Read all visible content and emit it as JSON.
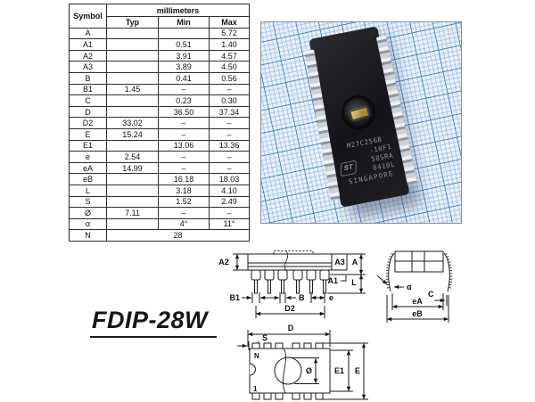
{
  "package_label": "FDIP-28W",
  "table": {
    "header": {
      "symbol": "Symbol",
      "unit_group": "millimeters",
      "typ": "Typ",
      "min": "Min",
      "max": "Max"
    },
    "rows": [
      {
        "symbol": "A",
        "typ": "",
        "min": "",
        "max": "5.72"
      },
      {
        "symbol": "A1",
        "typ": "",
        "min": "0.51",
        "max": "1.40"
      },
      {
        "symbol": "A2",
        "typ": "",
        "min": "3.91",
        "max": "4.57"
      },
      {
        "symbol": "A3",
        "typ": "",
        "min": "3.89",
        "max": "4.50"
      },
      {
        "symbol": "B",
        "typ": "",
        "min": "0.41",
        "max": "0.56"
      },
      {
        "symbol": "B1",
        "typ": "1.45",
        "min": "–",
        "max": "–"
      },
      {
        "symbol": "C",
        "typ": "",
        "min": "0.23",
        "max": "0.30"
      },
      {
        "symbol": "D",
        "typ": "",
        "min": "36.50",
        "max": "37.34"
      },
      {
        "symbol": "D2",
        "typ": "33.02",
        "min": "–",
        "max": "–"
      },
      {
        "symbol": "E",
        "typ": "15.24",
        "min": "–",
        "max": "–"
      },
      {
        "symbol": "E1",
        "typ": "",
        "min": "13.06",
        "max": "13.36"
      },
      {
        "symbol": "e",
        "typ": "2.54",
        "min": "–",
        "max": "–"
      },
      {
        "symbol": "eA",
        "typ": "14.99",
        "min": "–",
        "max": "–"
      },
      {
        "symbol": "eB",
        "typ": "",
        "min": "16.18",
        "max": "18.03"
      },
      {
        "symbol": "L",
        "typ": "",
        "min": "3.18",
        "max": "4.10"
      },
      {
        "symbol": "S",
        "typ": "",
        "min": "1.52",
        "max": "2.49"
      },
      {
        "symbol": "Ø",
        "typ": "7.11",
        "min": "–",
        "max": "–"
      },
      {
        "symbol": "α",
        "typ": "",
        "min": "4°",
        "max": "11°"
      },
      {
        "symbol": "N",
        "span": "28"
      }
    ]
  },
  "photo": {
    "chip_marking_lines": [
      "M27C256B",
      "-10F1",
      "58SRA",
      "0410L",
      "SINGAPORE"
    ],
    "logo": "ST",
    "colors": {
      "paper": "#e8f0f8",
      "grid_minor": "#7daadc",
      "grid_major": "#2d76c4",
      "chip_body": "#17171b",
      "chip_text": "#90909a",
      "lead": "#ccd1d8",
      "die": "#b8985a"
    }
  },
  "drawings": {
    "labels": {
      "a2": "A2",
      "a3": "A3",
      "a": "A",
      "a1": "A1",
      "l": "L",
      "b1": "B1",
      "b": "B",
      "e": "e",
      "d2": "D2",
      "alpha": "α",
      "c": "C",
      "ea": "eA",
      "eb": "eB",
      "d": "D",
      "s": "S",
      "n": "N",
      "pin1": "1",
      "diameter": "Ø",
      "e1": "E1",
      "e_outer": "E"
    }
  }
}
